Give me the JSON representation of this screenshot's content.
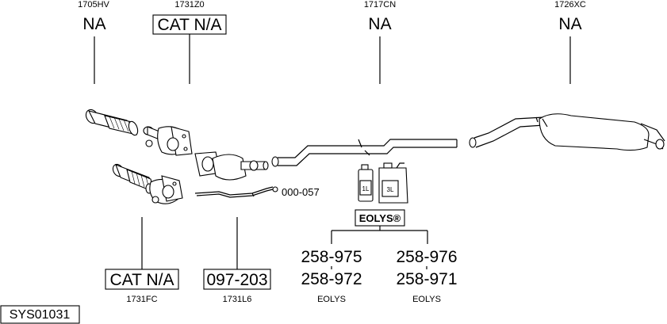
{
  "top_parts": [
    {
      "code": "1705HV",
      "label": "NA",
      "boxed": false
    },
    {
      "code": "1731Z0",
      "label": "CAT N/A",
      "boxed": true
    },
    {
      "code": "1717CN",
      "label": "NA",
      "boxed": false
    },
    {
      "code": "1726XC",
      "label": "NA",
      "boxed": false
    }
  ],
  "bottom_parts": [
    {
      "code": "1731FC",
      "label": "CAT N/A"
    },
    {
      "code": "1731L6",
      "label": "097-203"
    }
  ],
  "gasket_code": "000-057",
  "eolys": {
    "brand": "EOLYS®",
    "can_small": "1L",
    "can_large": "3L",
    "items": [
      {
        "code_a": "258-975",
        "code_b": "258-972",
        "label": "EOLYS"
      },
      {
        "code_a": "258-976",
        "code_b": "258-971",
        "label": "EOLYS"
      }
    ]
  },
  "system_id": "SYS01031"
}
